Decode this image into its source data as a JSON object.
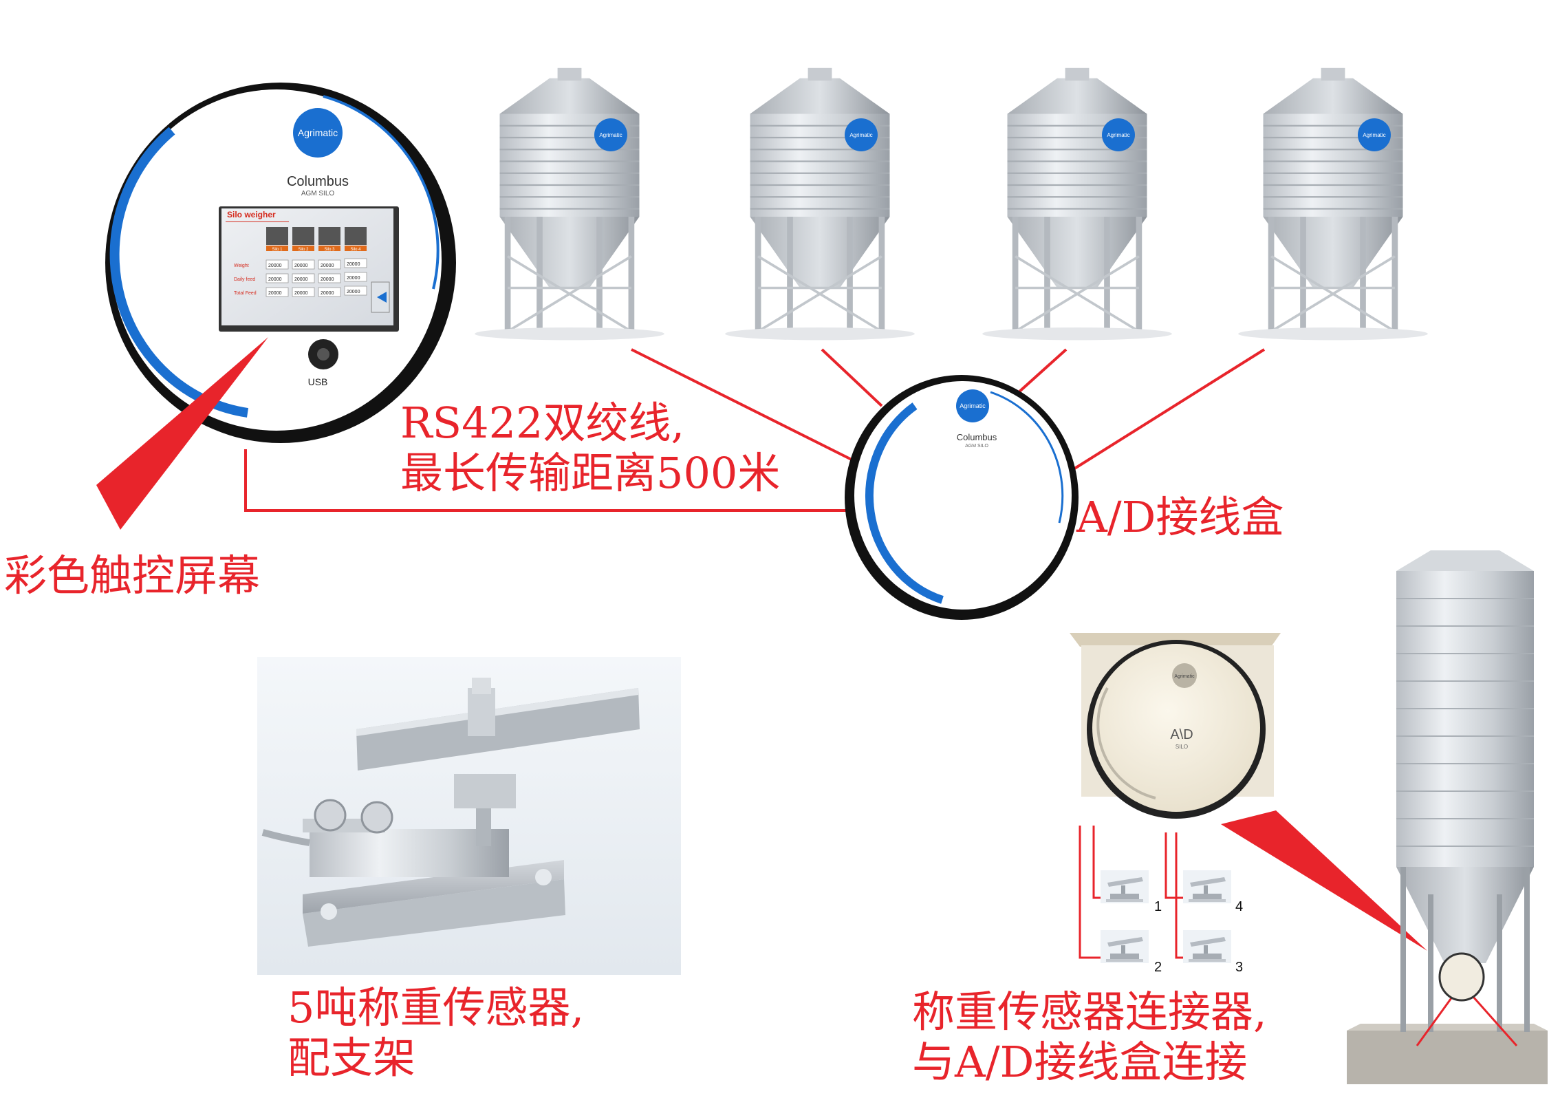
{
  "controller": {
    "brand": "Agrimatic",
    "model": "Columbus",
    "sub": "AGM SILO",
    "screen_title": "Silo weigher",
    "silo_tabs": [
      "Silo 1",
      "Silo 2",
      "Silo 3",
      "Silo 4"
    ],
    "rows": [
      {
        "label": "Weight",
        "values": [
          "20000",
          "20000",
          "20000",
          "20000"
        ]
      },
      {
        "label": "Daily feed",
        "values": [
          "20000",
          "20000",
          "20000",
          "20000"
        ]
      },
      {
        "label": "Total Feed",
        "values": [
          "20000",
          "20000",
          "20000",
          "20000"
        ]
      }
    ],
    "usb": "USB"
  },
  "silo_badge": "Agrimatic",
  "junction": {
    "brand": "Agrimatic",
    "model": "Columbus",
    "sub": "AGM SILO"
  },
  "ad_box": {
    "brand": "Agrimatic",
    "title": "A\\D",
    "sub": "SILO"
  },
  "sensor_numbers": [
    "1",
    "4",
    "2",
    "3"
  ],
  "labels": {
    "cable": "RS422双绞线,\n最长传输距离500米",
    "touch_screen": "彩色触控屏幕",
    "ad_box": "A/D接线盒",
    "load_cell": "5吨称重传感器,\n配支架",
    "connector": "称重传感器连接器,\n与A/D接线盒连接"
  },
  "colors": {
    "accent_red": "#e8242b",
    "brand_blue": "#1a6fd0"
  }
}
